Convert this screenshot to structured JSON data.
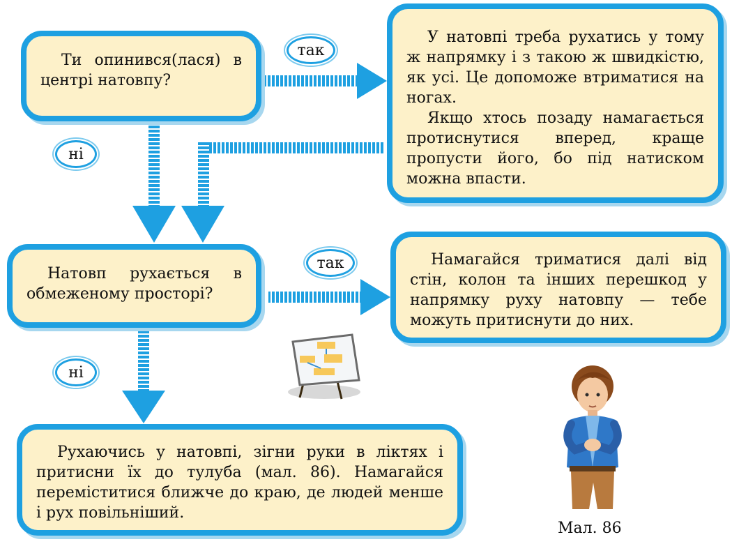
{
  "question1": "Ти опинився(лася) в центрі натовпу?",
  "answer1": {
    "p1": "У натовпі треба рухатись у тому ж напрямку і з такою ж швидкістю, як усі. Це допоможе втриматися на ногах.",
    "p2": "Якщо хтось позаду намагається протиснутися вперед, краще пропусти його, бо під натиском можна впасти."
  },
  "question2": "Натовп рухається в обмеженому просторі?",
  "answer2": "Намагайся триматися далі від стін, колон та інших перешкод у напрямку руху натовпу — тебе можуть притиснути до них.",
  "final": "Рухаючись у натовпі, зігни руки в ліктях і притисни їх до тулуба (мал. 86). Намагайся переміститися ближче до краю, де людей менше і рух повільніший.",
  "labels": {
    "yes1": "так",
    "no1": "ні",
    "yes2": "так",
    "no2": "ні"
  },
  "caption": "Мал. 86",
  "colors": {
    "accent": "#1ea0e1",
    "box_fill": "#fdf1c9"
  }
}
